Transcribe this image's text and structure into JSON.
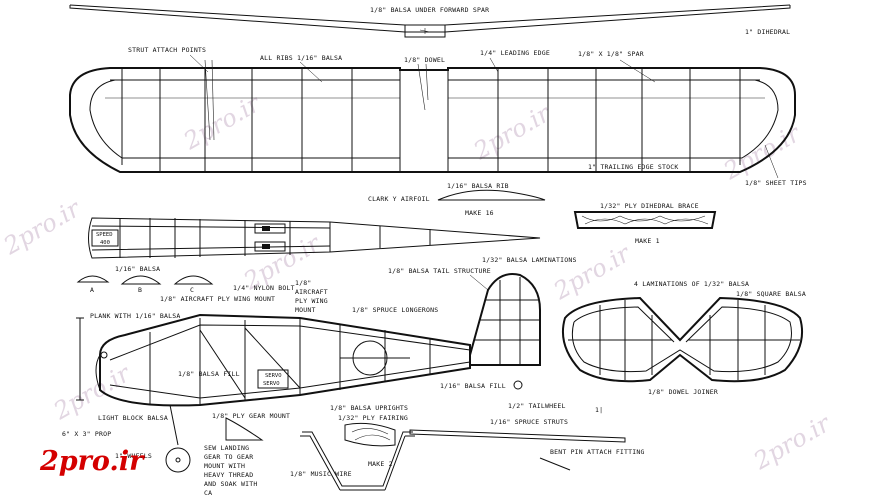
{
  "watermark": "2pro.ir",
  "brand": "2pro.ir",
  "labels": {
    "balsa_under_spar": "1/8\" BALSA UNDER FORWARD SPAR",
    "dihedral": "1\" DIHEDRAL",
    "strut_attach": "STRUT ATTACH POINTS",
    "all_ribs": "ALL RIBS 1/16\" BALSA",
    "dowel": "1/8\" DOWEL",
    "leading_edge": "1/4\" LEADING EDGE",
    "spar": "1/8\" X 1/8\" SPAR",
    "trailing_edge": "1\" TRAILING EDGE STOCK",
    "sheet_tips": "1/8\" SHEET TIPS",
    "clark_y": "CLARK Y AIRFOIL",
    "balsa_rib": "1/16\" BALSA RIB",
    "make16": "MAKE 16",
    "ply_dihedral": "1/32\" PLY DIHEDRAL BRACE",
    "make1": "MAKE 1",
    "speed": "SPEED",
    "speed_val": "400",
    "balsa_116": "1/16\" BALSA",
    "sec_a": "A",
    "sec_b": "B",
    "sec_c": "C",
    "nylon_bolt": "1/4\" NYLON BOLT",
    "ply_wing_mount": "1/8\" AIRCRAFT PLY WING MOUNT",
    "aircraft_ply_1": "1/8\"",
    "aircraft_ply_2": "AIRCRAFT",
    "aircraft_ply_3": "PLY WING",
    "aircraft_ply_4": "MOUNT",
    "tail_structure": "1/8\" BALSA TAIL STRUCTURE",
    "laminations": "1/32\" BALSA LAMINATIONS",
    "four_lam": "4 LAMINATIONS OF 1/32\" BALSA",
    "square_balsa": "1/8\" SQUARE BALSA",
    "plank": "PLANK WITH 1/16\" BALSA",
    "spruce_longerons": "1/8\" SPRUCE LONGERONS",
    "balsa_fill": "1/8\" BALSA FILL",
    "servo1": "SERVO",
    "servo2": "SERVO",
    "balsa_fill_16": "1/16\" BALSA FILL",
    "tailwheel": "1/2\" TAILWHEEL",
    "dowel_joiner": "1/8\" DOWEL JOINER",
    "light_block": "LIGHT BLOCK BALSA",
    "ply_gear_mount": "1/8\" PLY GEAR MOUNT",
    "balsa_uprights": "1/8\" BALSA UPRIGHTS",
    "ply_fairing": "1/32\" PLY FAIRING",
    "spruce_struts": "1/16\" SPRUCE STRUTS",
    "bent_pin": "BENT PIN ATTACH FITTING",
    "prop": "6\" X 3\" PROP",
    "wheels": "1\" WHEELS",
    "sew1": "SEW LANDING",
    "sew2": "GEAR TO GEAR",
    "sew3": "MOUNT WITH",
    "sew4": "HEAVY THREAD",
    "sew5": "AND SOAK WITH",
    "sew6": "CA",
    "music_wire": "1/8\" MUSIC WIRE",
    "make2": "MAKE 2",
    "scale_mark": "1|"
  }
}
